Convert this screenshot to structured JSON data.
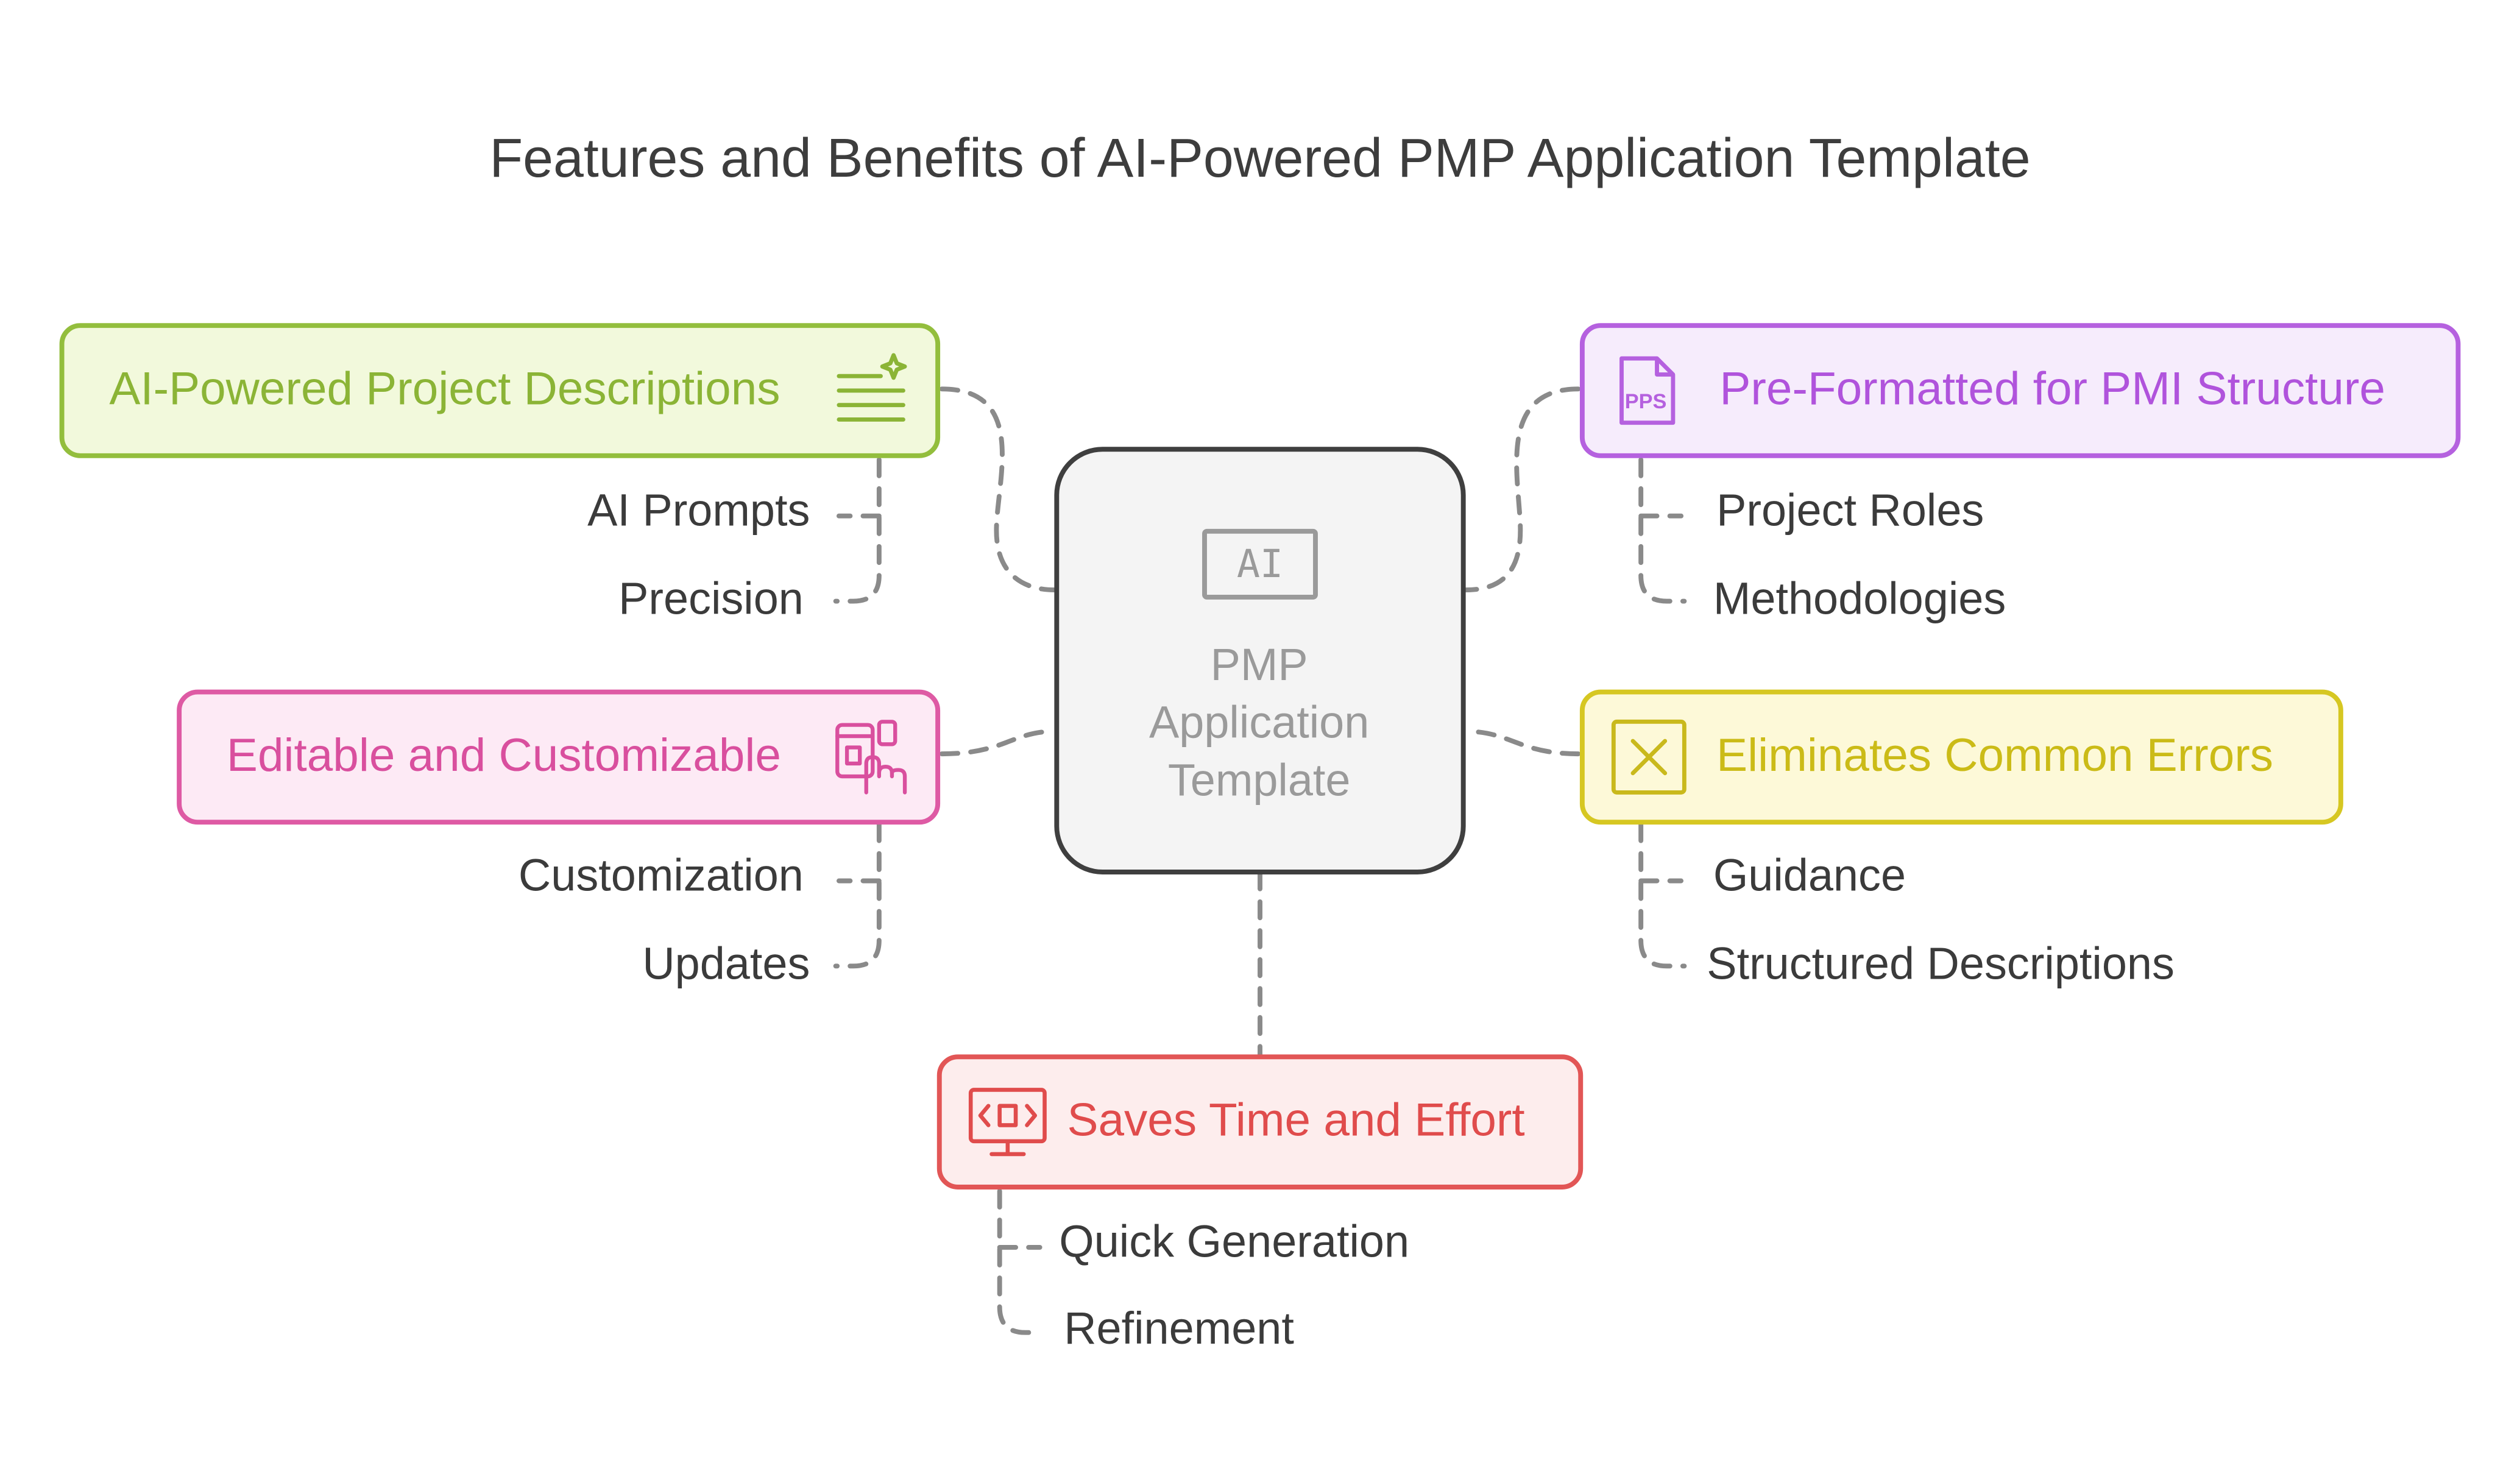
{
  "title": "Features and Benefits of AI-Powered PMP Application Template",
  "center": {
    "icon_text": "AI",
    "label_lines": [
      "PMP",
      "Application",
      "Template"
    ],
    "icon": "ai-chip-icon"
  },
  "colors": {
    "green": "#93be3d",
    "purple": "#b561df",
    "pink": "#de5aa4",
    "yellow": "#d6c722",
    "red": "#e25656",
    "connector": "#8a8a8a"
  },
  "branches": {
    "ai_descriptions": {
      "label": "AI-Powered Project Descriptions",
      "icon": "sparkle-text-icon",
      "items": [
        "AI Prompts",
        "Precision"
      ]
    },
    "pmi_structure": {
      "label": "Pre-Formatted for PMI Structure",
      "icon": "pps-file-icon",
      "icon_text": "PPS",
      "items": [
        "Project Roles",
        "Methodologies"
      ]
    },
    "editable": {
      "label": "Editable and Customizable",
      "icon": "touch-devices-icon",
      "items": [
        "Customization",
        "Updates"
      ]
    },
    "errors": {
      "label": "Eliminates Common Errors",
      "icon": "close-box-icon",
      "items": [
        "Guidance",
        "Structured Descriptions"
      ]
    },
    "saves_time": {
      "label": "Saves Time and Effort",
      "icon": "code-monitor-icon",
      "items": [
        "Quick Generation",
        "Refinement"
      ]
    }
  }
}
